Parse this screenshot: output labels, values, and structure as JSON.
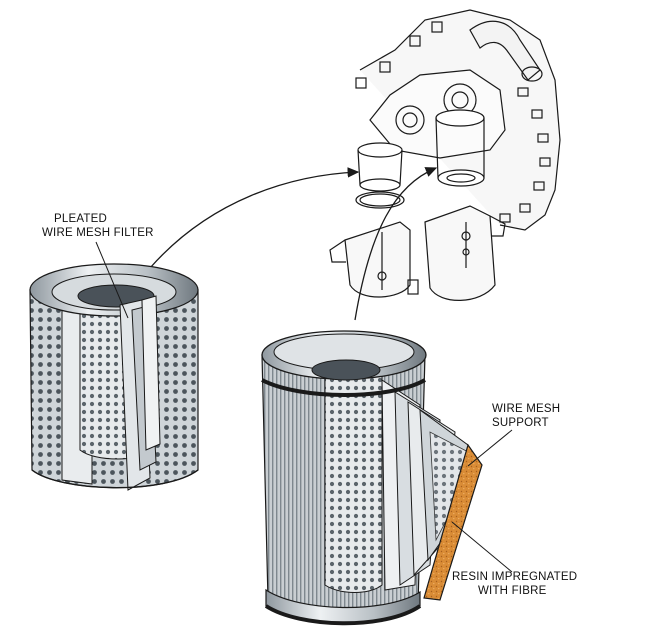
{
  "labels": {
    "pleated": [
      "PLEATED",
      "WIRE MESH FILTER"
    ],
    "wire_mesh_support": [
      "WIRE MESH",
      "SUPPORT"
    ],
    "resin": [
      "RESIN IMPREGNATED",
      "WITH FIBRE"
    ]
  },
  "colors": {
    "ink": "#1a1a1a",
    "metal_light": "#e4e8eb",
    "metal_mid": "#b8bfc5",
    "metal_dark": "#6d767d",
    "fibre": "#d9892f"
  }
}
